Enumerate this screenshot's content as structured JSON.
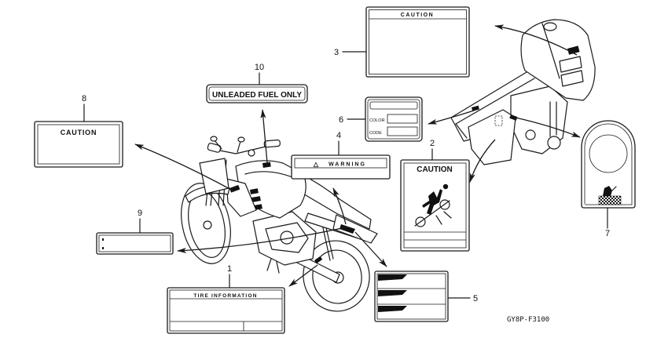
{
  "parts": {
    "p1": {
      "callout": "1",
      "header": "TIRE INFORMATION"
    },
    "p2": {
      "callout": "2",
      "header": "CAUTION",
      "pictogram": "rider-warning-icon"
    },
    "p3": {
      "callout": "3",
      "header": "CAUTION"
    },
    "p4": {
      "callout": "4",
      "symbol": "△",
      "header": "WARNING"
    },
    "p5": {
      "callout": "5"
    },
    "p6": {
      "callout": "6",
      "field_color": "COLOR",
      "field_code": "CODE"
    },
    "p7": {
      "callout": "7",
      "pictogram": "fuel-nozzle-icon"
    },
    "p8": {
      "callout": "8",
      "header": "CAUTION"
    },
    "p9": {
      "callout": "9"
    },
    "p10": {
      "callout": "10",
      "text": "UNLEADED FUEL ONLY"
    }
  },
  "diagram_code": "GY8P-F3100",
  "colors": {
    "ink": "#1a1a1a",
    "paper": "#ffffff"
  }
}
